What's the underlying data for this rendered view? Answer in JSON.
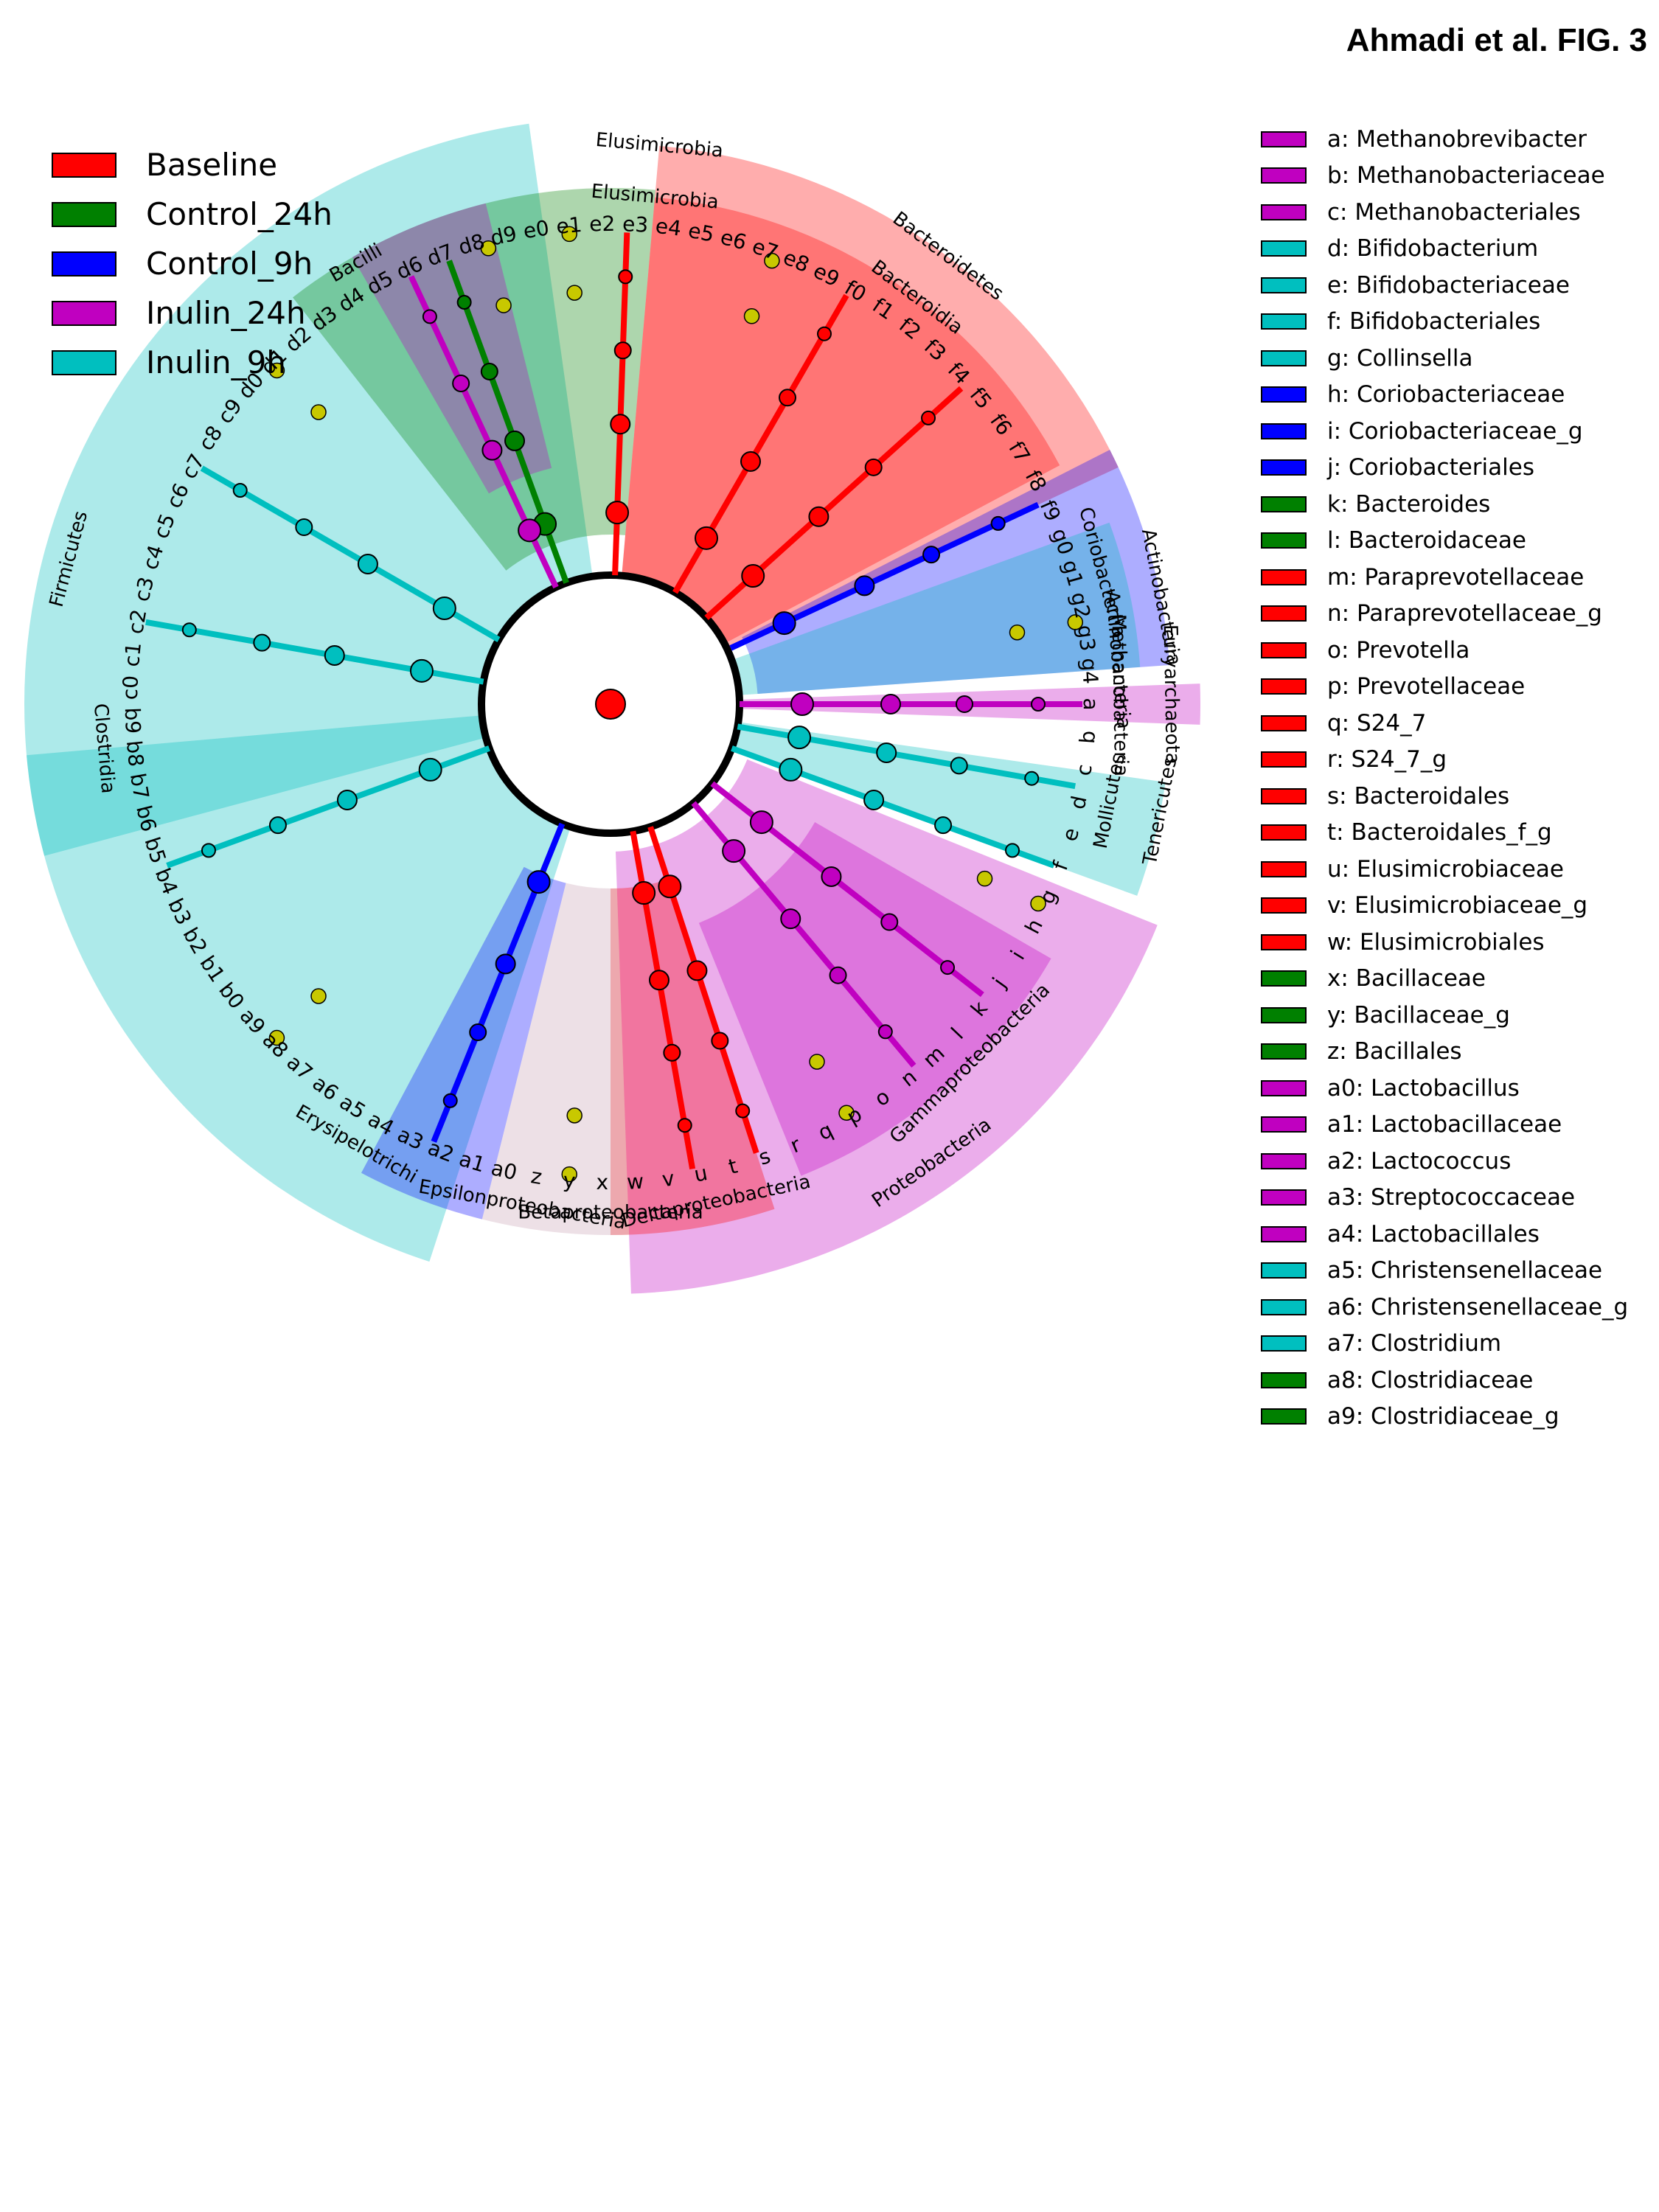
{
  "figure_label": "Ahmadi et al. FIG. 3",
  "colors": {
    "Baseline": "#ff0000",
    "Control_24h": "#008000",
    "Control_9h": "#0000ff",
    "Inulin_24h": "#c000c0",
    "Inulin_9h": "#00bfbf",
    "unclassified": "#c8c800",
    "neutral": "#c8a0b0"
  },
  "group_legend": [
    {
      "label": "Baseline",
      "group": "Baseline"
    },
    {
      "label": "Control_24h",
      "group": "Control_24h"
    },
    {
      "label": "Control_9h",
      "group": "Control_9h"
    },
    {
      "label": "Inulin_24h",
      "group": "Inulin_24h"
    },
    {
      "label": "Inulin_9h",
      "group": "Inulin_9h"
    }
  ],
  "taxon_legend": [
    {
      "label": "a: Methanobrevibacter",
      "group": "Inulin_24h"
    },
    {
      "label": "b: Methanobacteriaceae",
      "group": "Inulin_24h"
    },
    {
      "label": "c: Methanobacteriales",
      "group": "Inulin_24h"
    },
    {
      "label": "d: Bifidobacterium",
      "group": "Inulin_9h"
    },
    {
      "label": "e: Bifidobacteriaceae",
      "group": "Inulin_9h"
    },
    {
      "label": "f: Bifidobacteriales",
      "group": "Inulin_9h"
    },
    {
      "label": "g: Collinsella",
      "group": "Inulin_9h"
    },
    {
      "label": "h: Coriobacteriaceae",
      "group": "Control_9h"
    },
    {
      "label": "i: Coriobacteriaceae_g",
      "group": "Control_9h"
    },
    {
      "label": "j: Coriobacteriales",
      "group": "Control_9h"
    },
    {
      "label": "k: Bacteroides",
      "group": "Control_24h"
    },
    {
      "label": "l: Bacteroidaceae",
      "group": "Control_24h"
    },
    {
      "label": "m: Paraprevotellaceae",
      "group": "Baseline"
    },
    {
      "label": "n: Paraprevotellaceae_g",
      "group": "Baseline"
    },
    {
      "label": "o: Prevotella",
      "group": "Baseline"
    },
    {
      "label": "p: Prevotellaceae",
      "group": "Baseline"
    },
    {
      "label": "q: S24_7",
      "group": "Baseline"
    },
    {
      "label": "r: S24_7_g",
      "group": "Baseline"
    },
    {
      "label": "s: Bacteroidales",
      "group": "Baseline"
    },
    {
      "label": "t: Bacteroidales_f_g",
      "group": "Baseline"
    },
    {
      "label": "u: Elusimicrobiaceae",
      "group": "Baseline"
    },
    {
      "label": "v: Elusimicrobiaceae_g",
      "group": "Baseline"
    },
    {
      "label": "w: Elusimicrobiales",
      "group": "Baseline"
    },
    {
      "label": "x: Bacillaceae",
      "group": "Control_24h"
    },
    {
      "label": "y: Bacillaceae_g",
      "group": "Control_24h"
    },
    {
      "label": "z: Bacillales",
      "group": "Control_24h"
    },
    {
      "label": "a0: Lactobacillus",
      "group": "Inulin_24h"
    },
    {
      "label": "a1: Lactobacillaceae",
      "group": "Inulin_24h"
    },
    {
      "label": "a2: Lactococcus",
      "group": "Inulin_24h"
    },
    {
      "label": "a3: Streptococcaceae",
      "group": "Inulin_24h"
    },
    {
      "label": "a4: Lactobacillales",
      "group": "Inulin_24h"
    },
    {
      "label": "a5: Christensenellaceae",
      "group": "Inulin_9h"
    },
    {
      "label": "a6: Christensenellaceae_g",
      "group": "Inulin_9h"
    },
    {
      "label": "a7: Clostridium",
      "group": "Inulin_9h"
    },
    {
      "label": "a8: Clostridiaceae",
      "group": "Control_24h"
    },
    {
      "label": "a9: Clostridiaceae_g",
      "group": "Control_24h"
    }
  ],
  "wedge_labels": [
    {
      "text": "Elusimicrobia",
      "angle": -85,
      "ring": 4
    },
    {
      "text": "Elusimicrobia",
      "angle": -85,
      "ring": 3
    },
    {
      "text": "Bacteroidetes",
      "angle": -53,
      "ring": 4
    },
    {
      "text": "Bacteroidia",
      "angle": -53,
      "ring": 3
    },
    {
      "text": "Actinobacteria",
      "angle": -11,
      "ring": 4
    },
    {
      "text": "Coriobacteriia",
      "angle": -15,
      "ring": 3
    },
    {
      "text": "Actinobacteria",
      "angle": -5,
      "ring": 3
    },
    {
      "text": "Euryarchaeota",
      "angle": -1,
      "ring": 4
    },
    {
      "text": "Methanobacteria",
      "angle": -1,
      "ring": 3
    },
    {
      "text": "Tenericutes",
      "angle": 11,
      "ring": 4
    },
    {
      "text": "Mollicutes",
      "angle": 11,
      "ring": 3
    },
    {
      "text": "Proteobacteria",
      "angle": 55,
      "ring": 4
    },
    {
      "text": "Gammaproteobacteria",
      "angle": 45,
      "ring": 3
    },
    {
      "text": "Deltaproteobacteria",
      "angle": 78,
      "ring": 3
    },
    {
      "text": "Betaproteobacteria",
      "angle": 90,
      "ring": 3
    },
    {
      "text": "Epsilonproteobacteria",
      "angle": 100,
      "ring": 3
    },
    {
      "text": "Erysipelotrichi",
      "angle": 120,
      "ring": 3
    },
    {
      "text": "Clostridia",
      "angle": 175,
      "ring": 3
    },
    {
      "text": "Firmicutes",
      "angle": 195,
      "ring": 4
    },
    {
      "text": "Bacilli",
      "angle": 240,
      "ring": 3
    }
  ],
  "tip_labels": [
    "a",
    "b",
    "c",
    "d",
    "e",
    "f",
    "g",
    "h",
    "i",
    "j",
    "k",
    "l",
    "m",
    "n",
    "o",
    "p",
    "q",
    "r",
    "s",
    "t",
    "u",
    "v",
    "w",
    "x",
    "y",
    "z",
    "a0",
    "a1",
    "a2",
    "a3",
    "a4",
    "a5",
    "a6",
    "a7",
    "a8",
    "a9",
    "b0",
    "b1",
    "b2",
    "b3",
    "b4",
    "b5",
    "b6",
    "b7",
    "b8",
    "b9",
    "c0",
    "c1",
    "c2",
    "c3",
    "c4",
    "c5",
    "c6",
    "c7",
    "c8",
    "c9",
    "d0",
    "d1",
    "d2",
    "d3",
    "d4",
    "d5",
    "d6",
    "d7",
    "d8",
    "d9",
    "e0",
    "e1",
    "e2",
    "e3",
    "e4",
    "e5",
    "e6",
    "e7",
    "e8",
    "e9",
    "f0",
    "f1",
    "f2",
    "f3",
    "f4",
    "f5",
    "f6",
    "f7",
    "f8",
    "f9",
    "g0",
    "g1",
    "g2",
    "g3",
    "g4"
  ]
}
